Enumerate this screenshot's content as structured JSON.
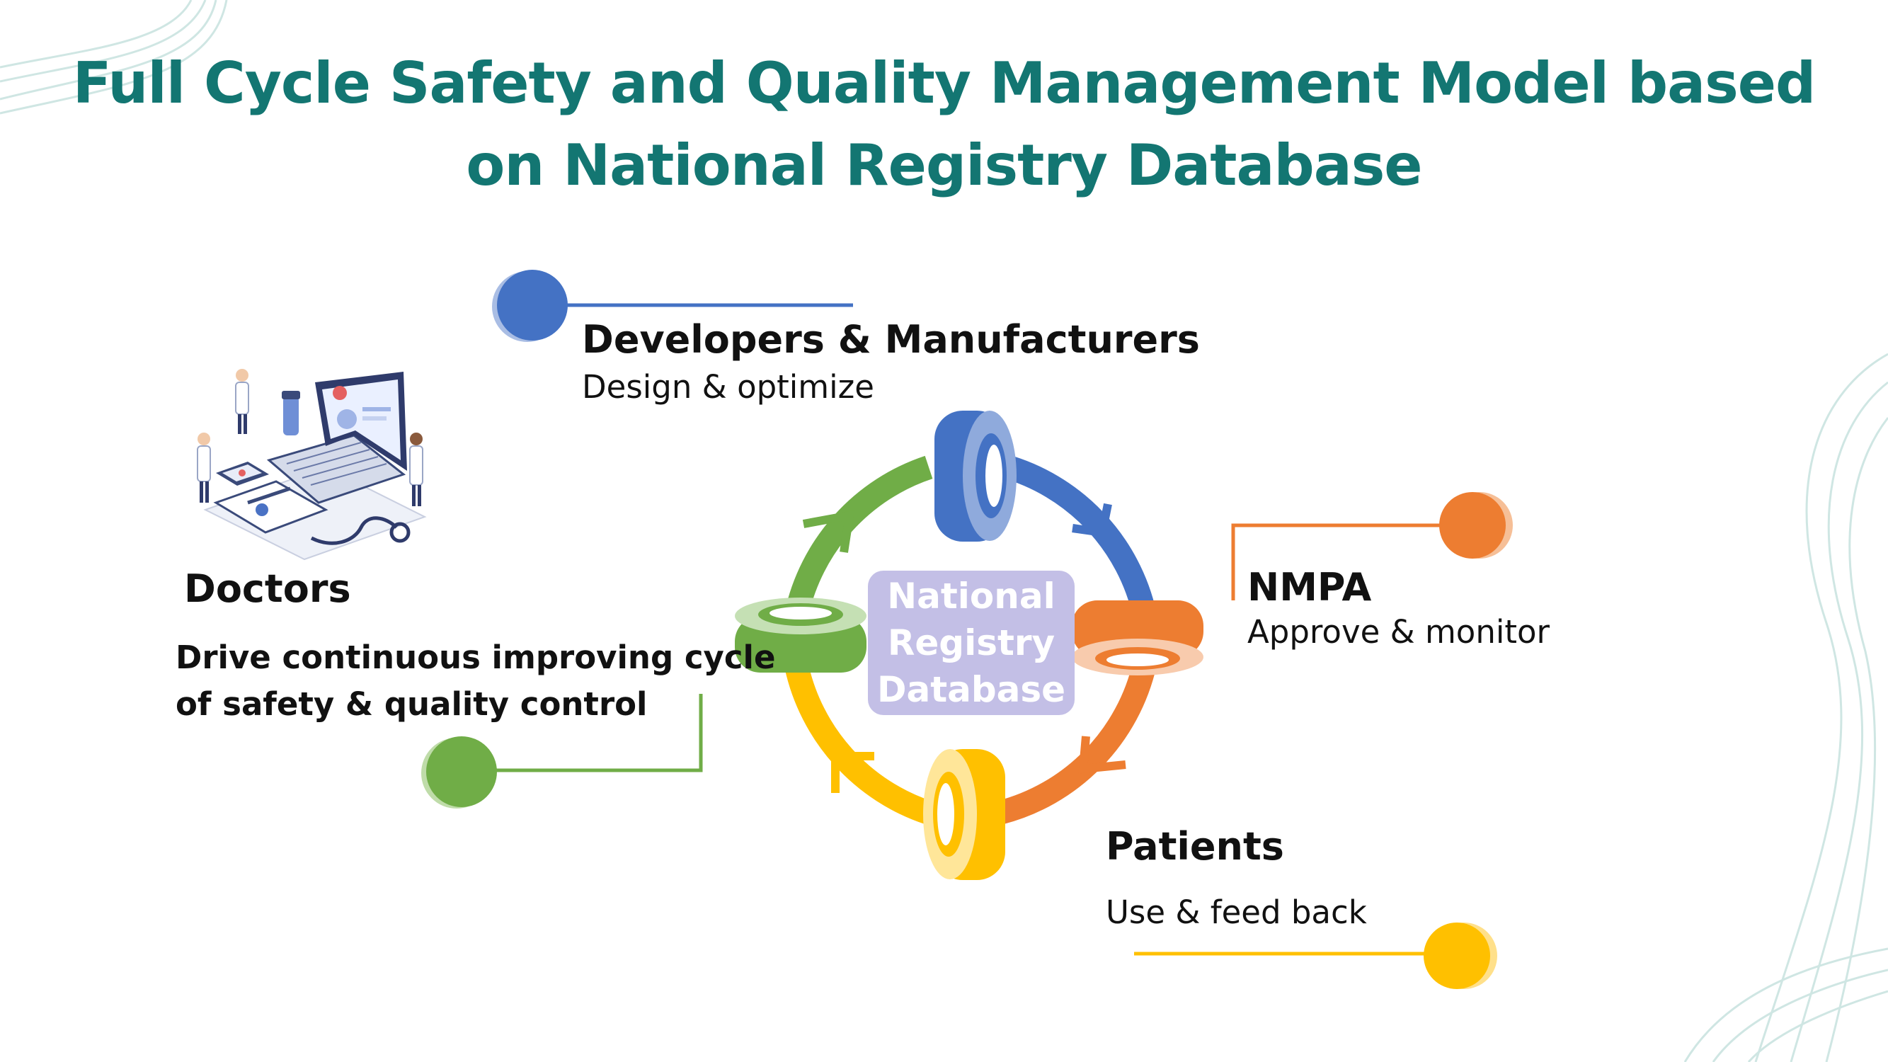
{
  "title": {
    "line1": "Full Cycle Safety and Quality Management Model based",
    "line2": "on National Registry Database"
  },
  "hub": {
    "line1": "National",
    "line2": "Registry",
    "line3": "Database"
  },
  "stakeholders": {
    "developers": {
      "name": "Developers & Manufacturers",
      "role": "Design &  optimize",
      "color": "#4472c4"
    },
    "nmpa": {
      "name": "NMPA",
      "role": "Approve & monitor",
      "color": "#ed7d31"
    },
    "patients": {
      "name": "Patients",
      "role": "Use & feed back",
      "color": "#ffc000"
    },
    "doctors": {
      "name": "Doctors",
      "role_line1": "Drive continuous improving cycle",
      "role_line2": "of safety & quality control",
      "color": "#70ad47"
    }
  },
  "colors": {
    "title": "#137672",
    "hub_background": "#c3bfe6",
    "decor_lines": "#cfe6e3"
  },
  "icons": [
    "doctors-illustration",
    "cycle-diagram"
  ]
}
